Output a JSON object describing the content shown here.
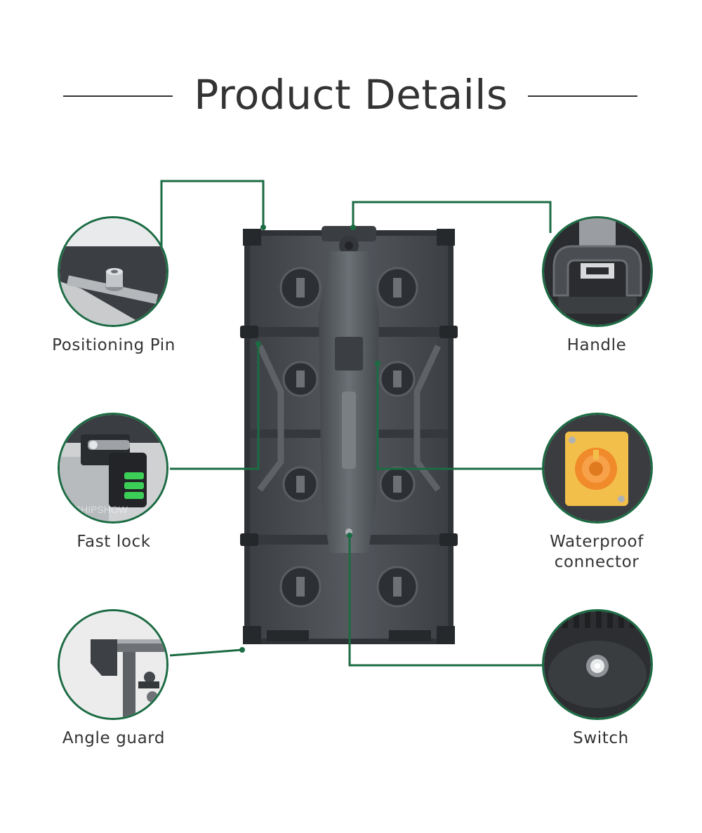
{
  "header": {
    "title": "Product Details"
  },
  "callouts": {
    "positioning_pin": {
      "label": "Positioning Pin"
    },
    "fast_lock": {
      "label": "Fast lock"
    },
    "angle_guard": {
      "label": "Angle guard"
    },
    "handle": {
      "label": "Handle"
    },
    "waterproof_connector": {
      "label_line1": "Waterproof",
      "label_line2": "connector"
    },
    "switch": {
      "label": "Switch"
    }
  },
  "watermark": "CHIPSHOW",
  "colors": {
    "accent": "#1b6b43",
    "text": "#333333",
    "panel": "#4a4e52",
    "connector_yellow": "#f2c04a",
    "connector_orange": "#f08a2a"
  }
}
